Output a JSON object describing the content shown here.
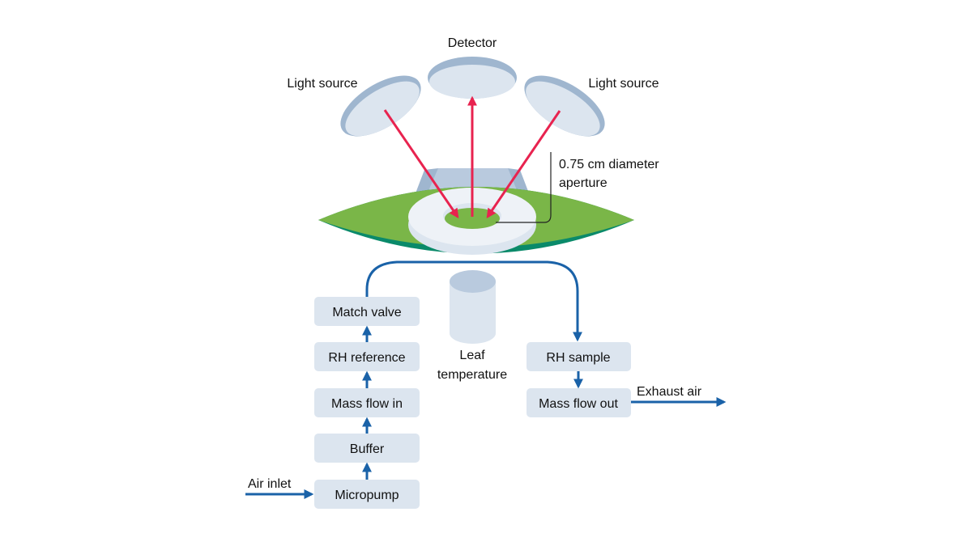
{
  "labels": {
    "detector": "Detector",
    "light_source_left": "Light source",
    "light_source_right": "Light source",
    "aperture_line1": "0.75 cm diameter",
    "aperture_line2": "aperture",
    "leaf_temp_line1": "Leaf",
    "leaf_temp_line2": "temperature",
    "air_inlet": "Air inlet",
    "exhaust_air": "Exhaust air"
  },
  "boxes": {
    "match_valve": "Match valve",
    "rh_reference": "RH reference",
    "mass_flow_in": "Mass flow in",
    "buffer": "Buffer",
    "micropump": "Micropump",
    "rh_sample": "RH sample",
    "mass_flow_out": "Mass flow out"
  },
  "colors": {
    "flow": "#1a62a8",
    "light_ray": "#e8234f",
    "leaf": "#7ab648",
    "leaf_edge": "#0a8a6a",
    "component": "#dce5ef",
    "component_shade": "#9fb6cf"
  }
}
